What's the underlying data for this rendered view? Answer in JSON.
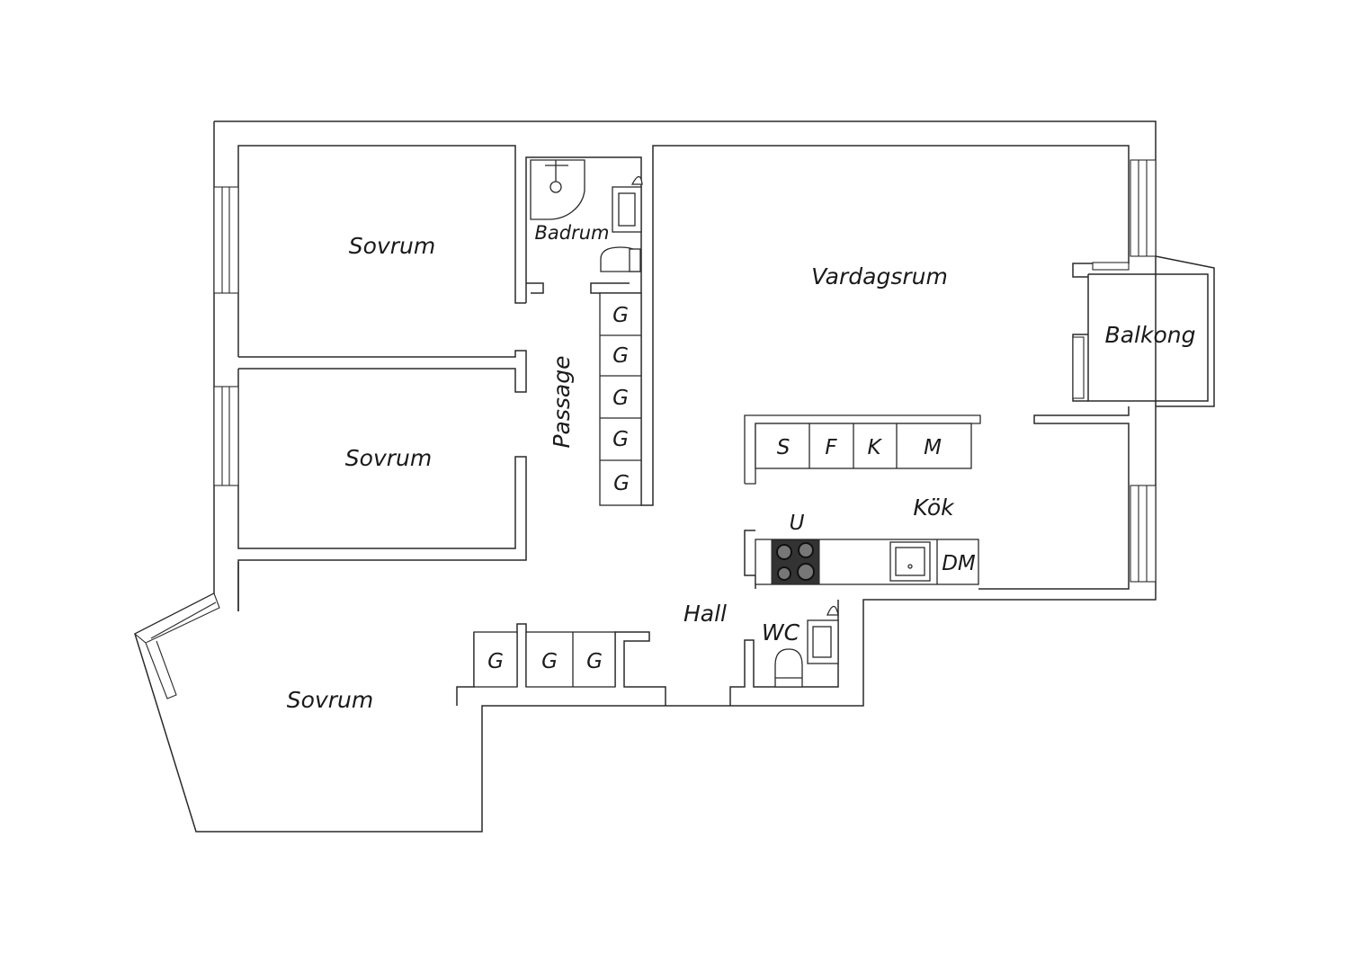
{
  "rooms": {
    "sovrum_top": "Sovrum",
    "sovrum_mid": "Sovrum",
    "sovrum_bottom": "Sovrum",
    "badrum": "Badrum",
    "passage": "Passage",
    "vardagsrum": "Vardagsrum",
    "balkong": "Balkong",
    "kok": "Kök",
    "hall": "Hall",
    "wc": "WC"
  },
  "closets_passage": [
    "G",
    "G",
    "G",
    "G",
    "G"
  ],
  "closets_hall": [
    "G",
    "G",
    "G"
  ],
  "kitchen_units": {
    "top": [
      "S",
      "F",
      "K",
      "M"
    ],
    "stove": "U",
    "dishwasher": "DM"
  }
}
